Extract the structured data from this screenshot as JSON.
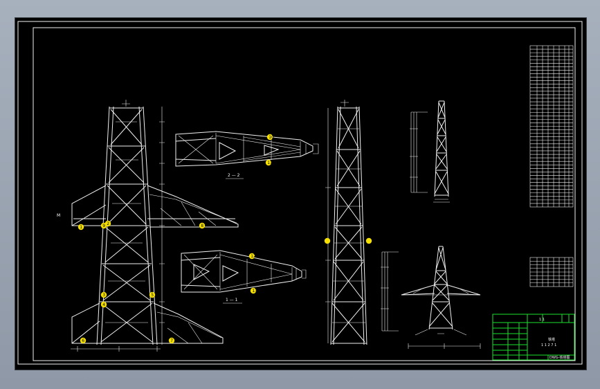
{
  "drawing": {
    "section_labels": [
      "2 — 2",
      "1 — 1"
    ],
    "part_marks": [
      "1",
      "2",
      "3",
      "4",
      "5",
      "6",
      "7",
      "8",
      "9",
      "10",
      "11",
      "12",
      "13"
    ],
    "title_block": {
      "sheet_no": "1 1",
      "name_line1": "铁塔",
      "name_line2": "1 1 2 7 1",
      "drawing_no": "DWG-铁塔图"
    }
  },
  "colors": {
    "background": "#000000",
    "linework": "#f2f2f2",
    "title_block": "#19e32a",
    "part_mark": "#f5e000"
  }
}
